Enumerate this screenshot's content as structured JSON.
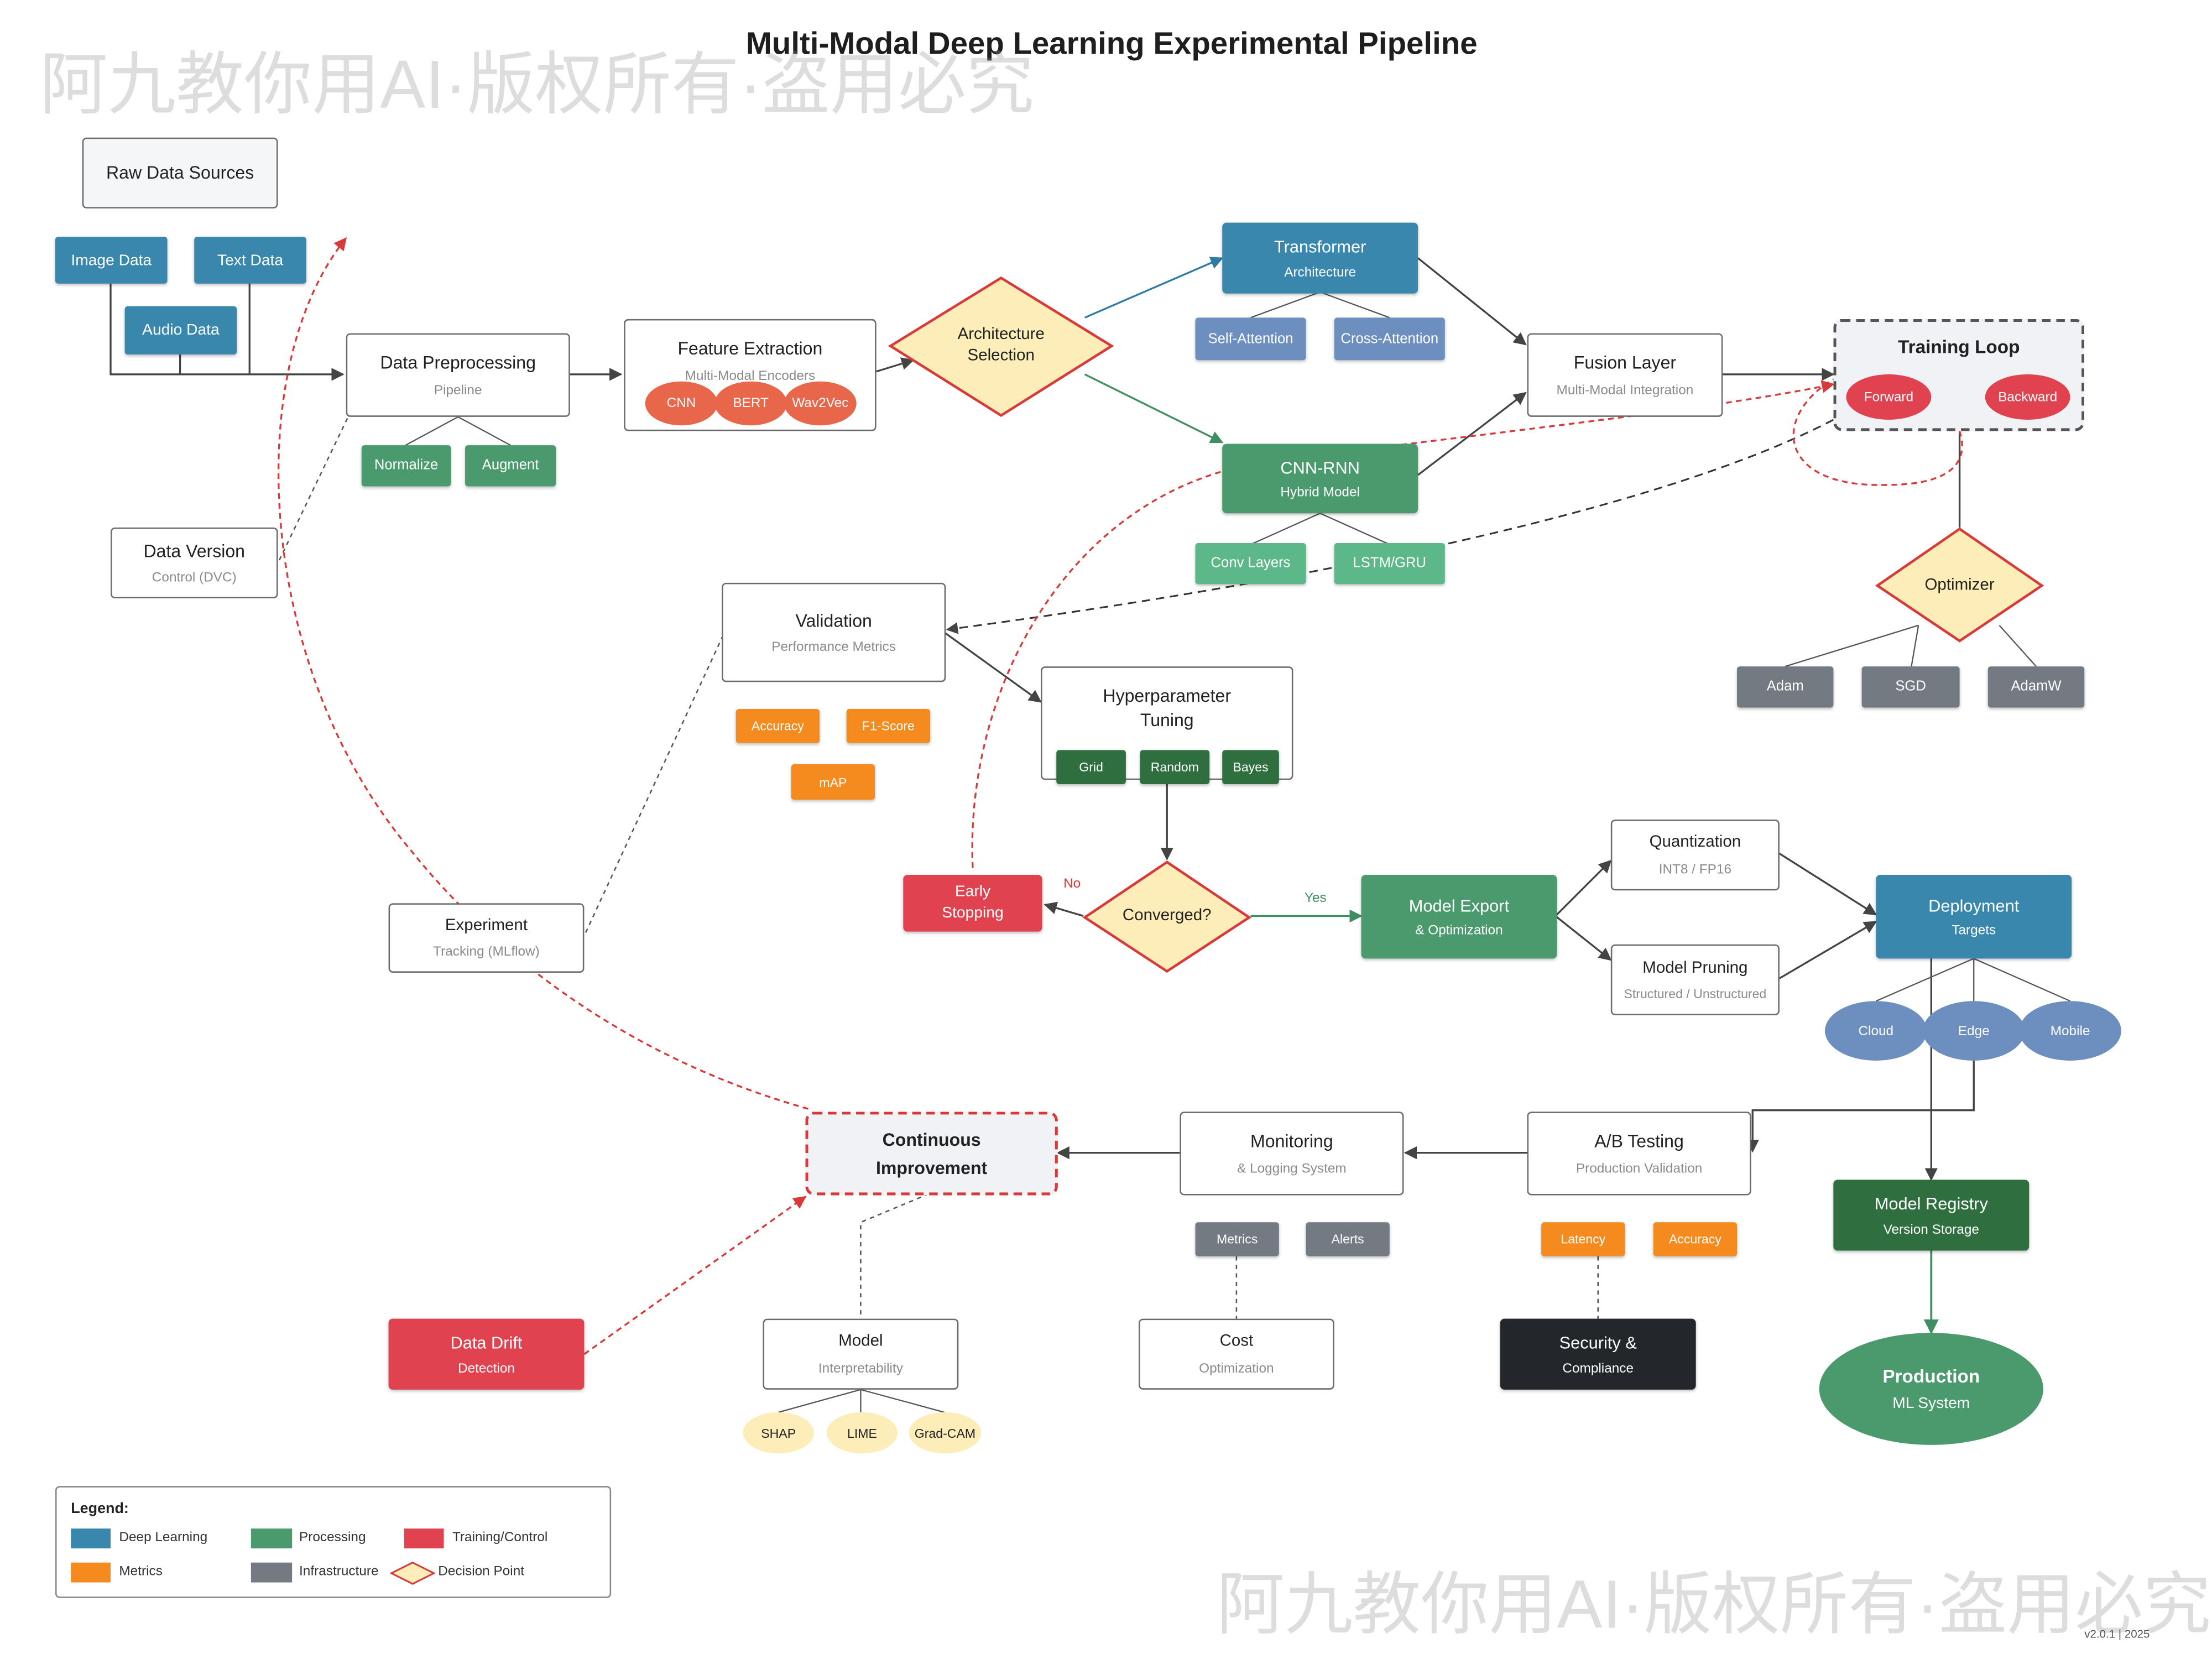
{
  "title": "Multi-Modal Deep Learning Experimental Pipeline",
  "watermark": "阿九教你用AI·版权所有·盗用必究",
  "version": "v2.0.1 | 2025",
  "colors": {
    "deep_learning": "#3a87ad",
    "processing": "#4a9a6e",
    "training": "#e0434f",
    "metrics": "#f58a1f",
    "infrastructure": "#737a82",
    "decision_fill": "#fdedb8",
    "decision_border": "#d83a3a"
  },
  "nodes": {
    "raw_data": "Raw Data Sources",
    "image_data": "Image Data",
    "text_data": "Text Data",
    "audio_data": "Audio Data",
    "preproc": {
      "title": "Data Preprocessing",
      "sub": "Pipeline"
    },
    "normalize": "Normalize",
    "augment": "Augment",
    "data_version": {
      "title": "Data Version",
      "sub": "Control (DVC)"
    },
    "feature": {
      "title": "Feature Extraction",
      "sub": "Multi-Modal Encoders"
    },
    "cnn": "CNN",
    "bert": "BERT",
    "wav2vec": "Wav2Vec",
    "arch": "Architecture\nSelection",
    "transformer": {
      "title": "Transformer",
      "sub": "Architecture"
    },
    "self_attention": "Self-Attention",
    "cross_attention": "Cross-Attention",
    "cnn_rnn": {
      "title": "CNN-RNN",
      "sub": "Hybrid Model"
    },
    "conv_layers": "Conv Layers",
    "lstm_gru": "LSTM/GRU",
    "fusion": {
      "title": "Fusion Layer",
      "sub": "Multi-Modal Integration"
    },
    "training_loop": "Training Loop",
    "forward": "Forward",
    "backward": "Backward",
    "optimizer": "Optimizer",
    "adam": "Adam",
    "sgd": "SGD",
    "adamw": "AdamW",
    "validation": {
      "title": "Validation",
      "sub": "Performance Metrics"
    },
    "accuracy": "Accuracy",
    "f1": "F1-Score",
    "map": "mAP",
    "hyper": {
      "title": "Hyperparameter\nTuning"
    },
    "grid": "Grid",
    "random": "Random",
    "bayes": "Bayes",
    "converged": "Converged?",
    "early_stopping": "Early\nStopping",
    "no": "No",
    "yes": "Yes",
    "export": {
      "title": "Model Export",
      "sub": "& Optimization"
    },
    "quantization": {
      "title": "Quantization",
      "sub": "INT8 / FP16"
    },
    "pruning": {
      "title": "Model Pruning",
      "sub": "Structured / Unstructured"
    },
    "deployment": {
      "title": "Deployment",
      "sub": "Targets"
    },
    "cloud": "Cloud",
    "edge": "Edge",
    "mobile": "Mobile",
    "experiment": {
      "title": "Experiment",
      "sub": "Tracking (MLflow)"
    },
    "continuous": "Continuous\nImprovement",
    "monitoring": {
      "title": "Monitoring",
      "sub": "& Logging System"
    },
    "metrics_tag": "Metrics",
    "alerts": "Alerts",
    "ab": {
      "title": "A/B Testing",
      "sub": "Production Validation"
    },
    "latency": "Latency",
    "accuracy2": "Accuracy",
    "registry": {
      "title": "Model Registry",
      "sub": "Version Storage"
    },
    "production": {
      "title": "Production",
      "sub": "ML System"
    },
    "drift": {
      "title": "Data Drift",
      "sub": "Detection"
    },
    "interpret": {
      "title": "Model",
      "sub": "Interpretability"
    },
    "shap": "SHAP",
    "lime": "LIME",
    "gradcam": "Grad-CAM",
    "cost": {
      "title": "Cost",
      "sub": "Optimization"
    },
    "security": {
      "title": "Security &",
      "sub": "Compliance"
    }
  },
  "legend": {
    "title": "Legend:",
    "items": [
      "Deep Learning",
      "Processing",
      "Training/Control",
      "Metrics",
      "Infrastructure",
      "Decision Point"
    ]
  }
}
